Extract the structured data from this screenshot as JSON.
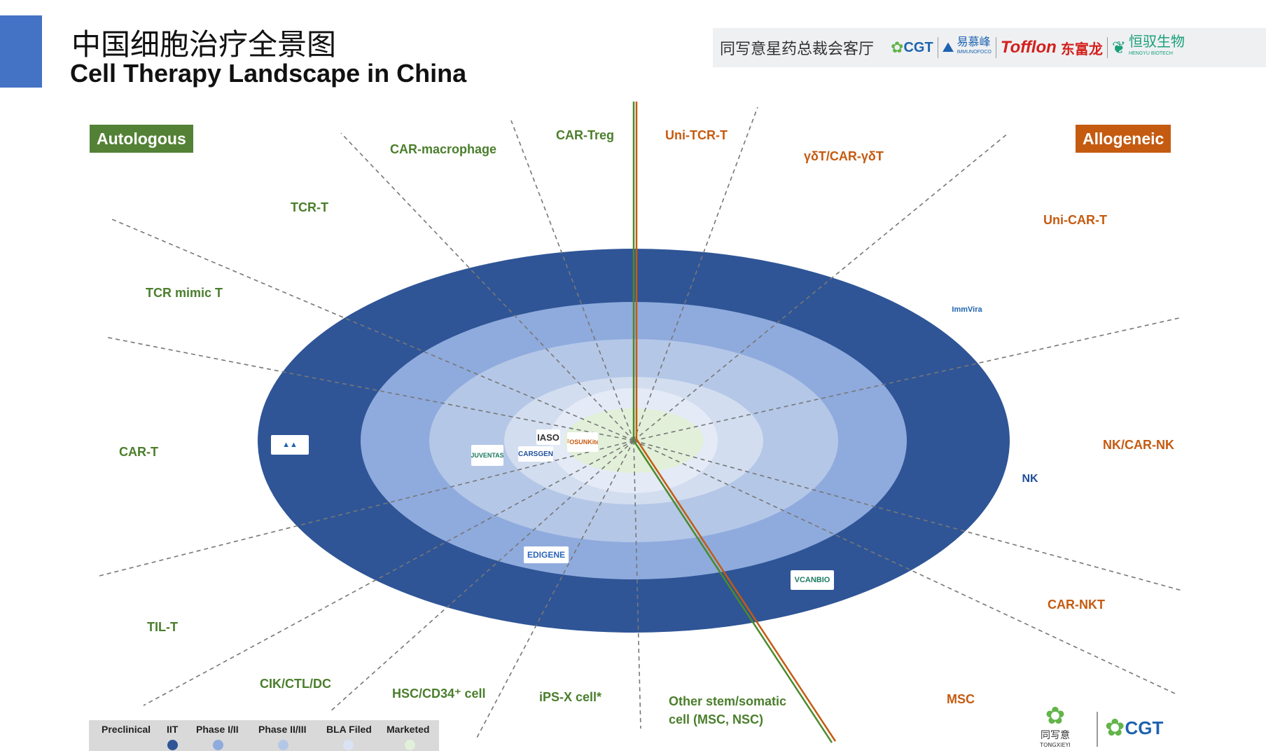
{
  "header": {
    "title_cn": "中国细胞治疗全景图",
    "title_en": "Cell Therapy Landscape in China"
  },
  "sponsor_strip": {
    "text": "同写意星药总裁会客厅",
    "logos": {
      "cgt": "CGT",
      "immunofoco_cn": "易慕峰",
      "immunofoco_en": "IMMUNOFOCO",
      "tofflon": "Tofflon",
      "tofflon_cn": "东富龙",
      "hengyu": "恒驭生物",
      "hengyu_en": "HENGYU BIOTECH"
    }
  },
  "tags": {
    "autologous": "Autologous",
    "allogeneic": "Allogeneic"
  },
  "categories": {
    "autologous": {
      "car_treg": "CAR-Treg",
      "car_macrophage": "CAR-macrophage",
      "tcr_t": "TCR-T",
      "tcr_mimic_t": "TCR mimic T",
      "car_t": "CAR-T",
      "til_t": "TIL-T",
      "cik": "CIK/CTL/DC",
      "hsc": "HSC/CD34⁺ cell",
      "ips": "iPS-X cell*",
      "other_stem_1": "Other stem/somatic",
      "other_stem_2": "cell (MSC, NSC)"
    },
    "allogeneic": {
      "uni_tcr_t": "Uni-TCR-T",
      "gdt": "γδT/CAR-γδT",
      "uni_car_t": "Uni-CAR-T",
      "nk": "NK/CAR-NK",
      "car_nkt": "CAR-NKT",
      "msc": "MSC"
    }
  },
  "company_logos": {
    "iaso": "IASO",
    "carsgen": "CARSGEN",
    "juventas": "JUVENTAS",
    "fosunkite": "FOSUNKite",
    "edigene": "EDIGENE",
    "vcanbio": "VCANBIO",
    "immvira": "ImmVira",
    "nkcell": "NK",
    "shanghai_logo": "▲▲"
  },
  "legend": {
    "items": [
      {
        "label": "Preclinical",
        "color": ""
      },
      {
        "label": "IIT",
        "color": "#2f5597"
      },
      {
        "label": "Phase I/II",
        "color": "#8faadc"
      },
      {
        "label": "Phase II/III",
        "color": "#b4c7e7"
      },
      {
        "label": "BLA Filed",
        "color": "#dae3f3"
      },
      {
        "label": "Marketed",
        "color": "#e2efd9"
      }
    ]
  },
  "footer": {
    "tongxieyi_cn": "同写意",
    "tongxieyi_en": "TONGXIEYI",
    "cgt": "CGT"
  },
  "colors": {
    "ring_outer": "#2f5597",
    "ring_2": "#8faadc",
    "ring_3": "#b4c7e7",
    "ring_4": "#d2ddf0",
    "ring_5": "#e4ebf7",
    "center": "#e2efd9",
    "autologous": "#538135",
    "allogeneic": "#c55a11"
  }
}
